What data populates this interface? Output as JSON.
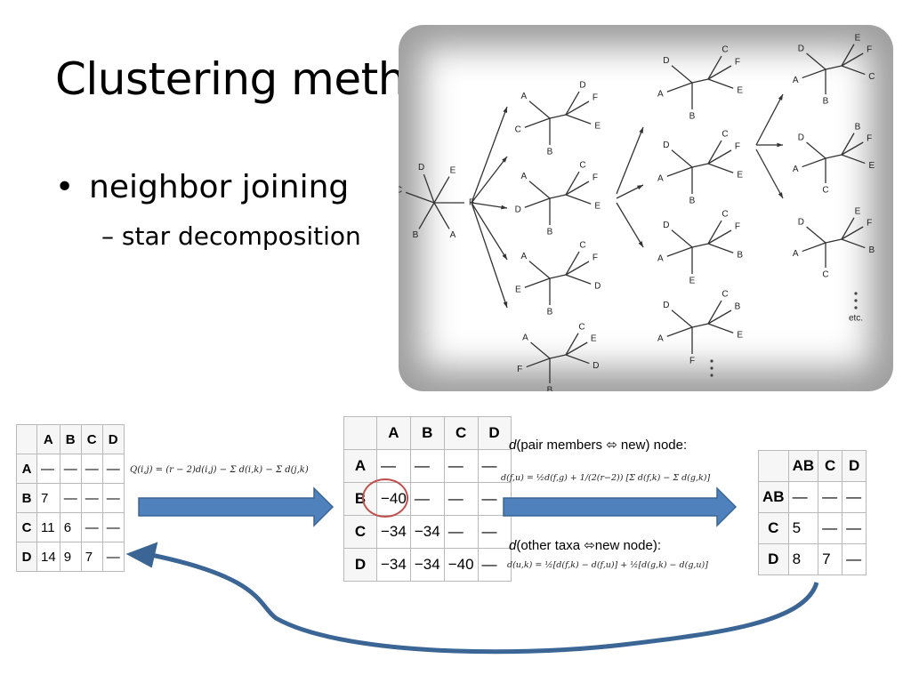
{
  "slide": {
    "title": "Clustering methods",
    "bullet_marker": "•",
    "bullet1": "neighbor joining",
    "bullet2": "– star decomposition"
  },
  "tree_figure": {
    "labels": [
      "A",
      "B",
      "C",
      "D",
      "E",
      "F"
    ],
    "etc_label": "etc."
  },
  "matrix1": {
    "headers": [
      "A",
      "B",
      "C",
      "D"
    ],
    "rows": [
      {
        "name": "A",
        "cells": [
          "—",
          "—",
          "—",
          "—"
        ]
      },
      {
        "name": "B",
        "cells": [
          "7",
          "—",
          "—",
          "—"
        ]
      },
      {
        "name": "C",
        "cells": [
          "11",
          "6",
          "—",
          "—"
        ]
      },
      {
        "name": "D",
        "cells": [
          "14",
          "9",
          "7",
          "—"
        ]
      }
    ]
  },
  "matrix2": {
    "headers": [
      "A",
      "B",
      "C",
      "D"
    ],
    "rows": [
      {
        "name": "A",
        "cells": [
          "—",
          "—",
          "—",
          "—"
        ]
      },
      {
        "name": "B",
        "cells": [
          "−40",
          "—",
          "—",
          "—"
        ]
      },
      {
        "name": "C",
        "cells": [
          "−34",
          "−34",
          "—",
          "—"
        ]
      },
      {
        "name": "D",
        "cells": [
          "−34",
          "−34",
          "−40",
          "—"
        ]
      }
    ]
  },
  "matrix3": {
    "headers": [
      "AB",
      "C",
      "D"
    ],
    "rows": [
      {
        "name": "AB",
        "cells": [
          "—",
          "—",
          "—"
        ]
      },
      {
        "name": "C",
        "cells": [
          "5",
          "—",
          "—"
        ]
      },
      {
        "name": "D",
        "cells": [
          "8",
          "7",
          "—"
        ]
      }
    ]
  },
  "formulas": {
    "q_formula": "Q(i,j) = (r − 2)d(i,j) − Σ d(i,k) − Σ d(j,k)",
    "pair_label_d": "d",
    "pair_label_rest": "(pair members ⬄ new) node:",
    "pair_formula": "d(f,u) = ½d(f,g) + 1/(2(r−2)) [Σ d(f,k) − Σ d(g,k)]",
    "other_label_d": "d",
    "other_label_rest": "(other taxa ⬄new node):",
    "other_formula": "d(u,k) = ½[d(f,k) − d(f,u)] + ½[d(g,k) − d(g,u)]"
  },
  "colors": {
    "arrow_fill": "#4f81bd",
    "arrow_stroke": "#3a6595",
    "highlight_circle": "#c0504d"
  }
}
